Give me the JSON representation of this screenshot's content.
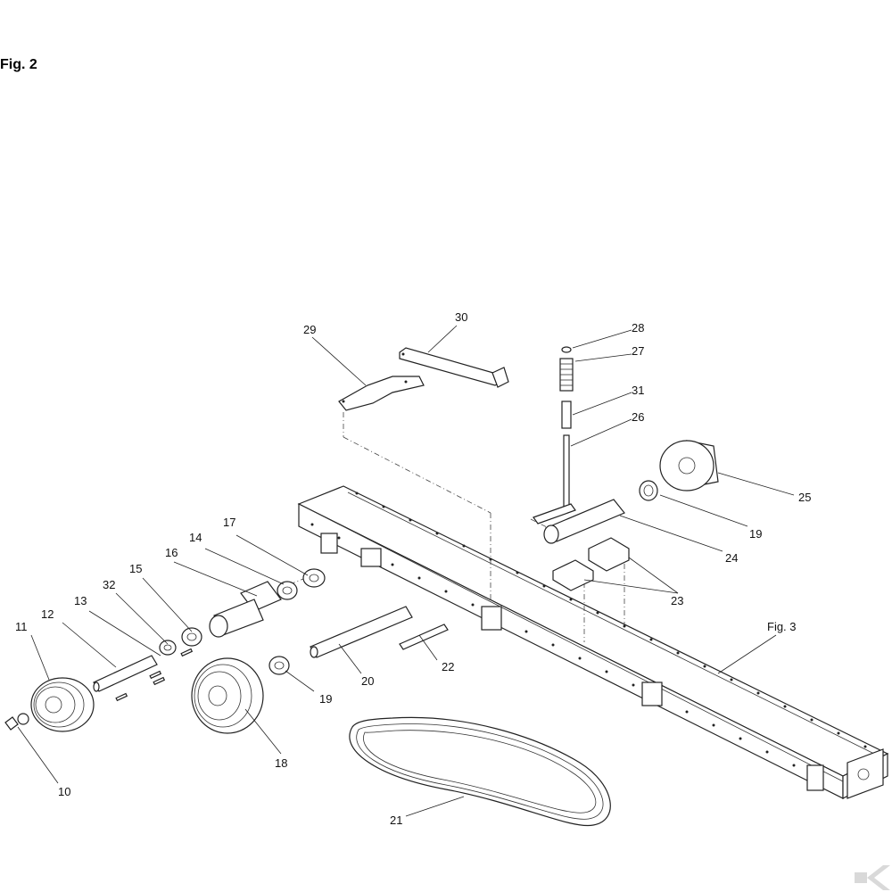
{
  "figure": {
    "title": "Fig. 2"
  },
  "parts": [
    {
      "id": "p10",
      "label": "10",
      "name": "part-10"
    },
    {
      "id": "p11",
      "label": "11",
      "name": "part-11"
    },
    {
      "id": "p12",
      "label": "12",
      "name": "part-12"
    },
    {
      "id": "p13",
      "label": "13",
      "name": "part-13"
    },
    {
      "id": "p14",
      "label": "14",
      "name": "part-14"
    },
    {
      "id": "p15",
      "label": "15",
      "name": "part-15"
    },
    {
      "id": "p16",
      "label": "16",
      "name": "part-16"
    },
    {
      "id": "p17",
      "label": "17",
      "name": "part-17"
    },
    {
      "id": "p18",
      "label": "18",
      "name": "part-18"
    },
    {
      "id": "p19a",
      "label": "19",
      "name": "part-19-lower"
    },
    {
      "id": "p19b",
      "label": "19",
      "name": "part-19-upper"
    },
    {
      "id": "p20",
      "label": "20",
      "name": "part-20"
    },
    {
      "id": "p21",
      "label": "21",
      "name": "part-21"
    },
    {
      "id": "p22",
      "label": "22",
      "name": "part-22"
    },
    {
      "id": "p23",
      "label": "23",
      "name": "part-23"
    },
    {
      "id": "p24",
      "label": "24",
      "name": "part-24"
    },
    {
      "id": "p25",
      "label": "25",
      "name": "part-25"
    },
    {
      "id": "p26",
      "label": "26",
      "name": "part-26"
    },
    {
      "id": "p27",
      "label": "27",
      "name": "part-27"
    },
    {
      "id": "p28",
      "label": "28",
      "name": "part-28"
    },
    {
      "id": "p29",
      "label": "29",
      "name": "part-29"
    },
    {
      "id": "p30",
      "label": "30",
      "name": "part-30"
    },
    {
      "id": "p31",
      "label": "31",
      "name": "part-31"
    },
    {
      "id": "p32",
      "label": "32",
      "name": "part-32"
    }
  ],
  "references": {
    "fig3": "Fig. 3"
  },
  "logo": {
    "name": "brand-logo-icon",
    "color": "#d9d9d9"
  }
}
